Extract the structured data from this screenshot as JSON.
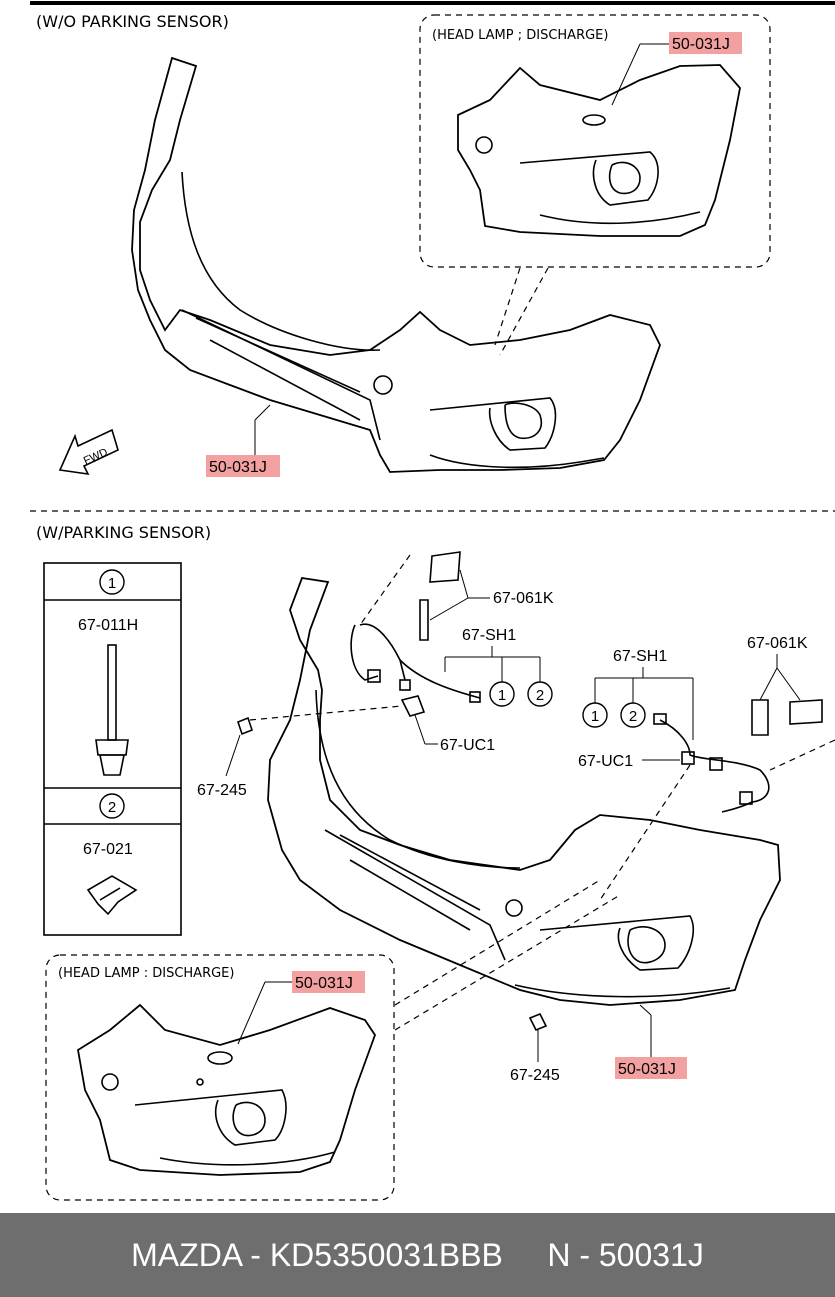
{
  "sections": {
    "top_title": "(W/O PARKING SENSOR)",
    "bottom_title": "(W/PARKING SENSOR)"
  },
  "insets": {
    "top_title": "(HEAD LAMP ; DISCHARGE)",
    "bottom_title": "(HEAD LAMP : DISCHARGE)"
  },
  "callouts": {
    "top_main": "50-031J",
    "top_inset": "50-031J",
    "bottom_main": "50-031J",
    "bottom_inset": "50-031J",
    "p67_061K_a": "67-061K",
    "p67_061K_b": "67-061K",
    "p67_SH1_a": "67-SH1",
    "p67_SH1_b": "67-SH1",
    "p67_UC1_a": "67-UC1",
    "p67_UC1_b": "67-UC1",
    "p67_245_a": "67-245",
    "p67_245_b": "67-245"
  },
  "circle_refs": {
    "one": "1",
    "two": "2"
  },
  "legend": {
    "row1_num": "1",
    "row1_part": "67-011H",
    "row2_num": "2",
    "row2_part": "67-021"
  },
  "fwd_label": "FWD",
  "footer": {
    "text": "MAZDA - KD5350031BBB     N - 50031J"
  },
  "colors": {
    "highlight": "#f3a0a0",
    "footer_bg": "#6e6e6e",
    "footer_text": "#ffffff"
  }
}
